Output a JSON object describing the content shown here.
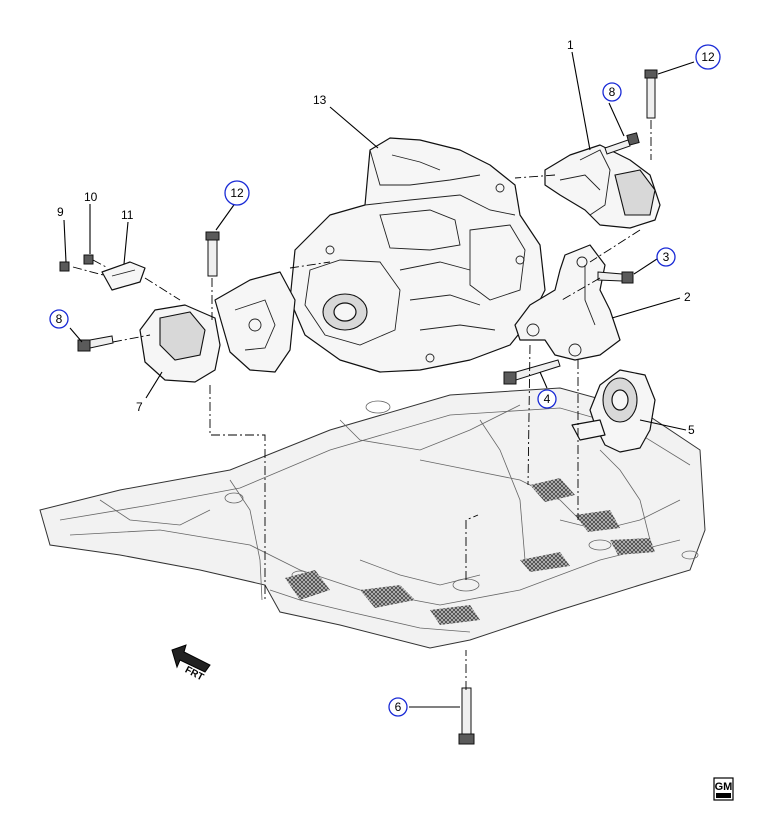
{
  "callouts": [
    {
      "id": "1",
      "text": "1",
      "circled": false
    },
    {
      "id": "2",
      "text": "2",
      "circled": false
    },
    {
      "id": "3",
      "text": "3",
      "circled": true
    },
    {
      "id": "4",
      "text": "4",
      "circled": true
    },
    {
      "id": "5",
      "text": "5",
      "circled": false
    },
    {
      "id": "6",
      "text": "6",
      "circled": true
    },
    {
      "id": "7",
      "text": "7",
      "circled": false
    },
    {
      "id": "8a",
      "text": "8",
      "circled": true
    },
    {
      "id": "8b",
      "text": "8",
      "circled": true
    },
    {
      "id": "9",
      "text": "9",
      "circled": false
    },
    {
      "id": "10",
      "text": "10",
      "circled": false
    },
    {
      "id": "11",
      "text": "11",
      "circled": false
    },
    {
      "id": "12a",
      "text": "12",
      "circled": true
    },
    {
      "id": "12b",
      "text": "12",
      "circled": true
    },
    {
      "id": "13",
      "text": "13",
      "circled": false
    }
  ],
  "direction_indicator": {
    "text": "FRT",
    "icon": "front-arrow-icon"
  },
  "logo": {
    "text": "GM"
  },
  "colors": {
    "callout_circle": "#1a2bd6",
    "line": "#000000",
    "fill": "#f6f6f6"
  }
}
